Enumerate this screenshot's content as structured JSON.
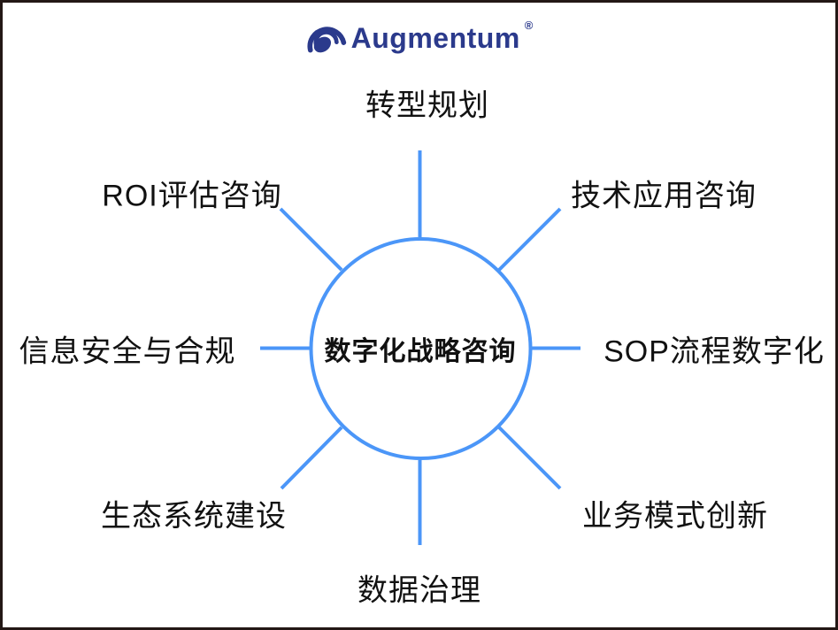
{
  "brand": {
    "name": "Augmentum",
    "registered_mark": "®",
    "logo_icon": "augmentum-swoosh-icon"
  },
  "colors": {
    "accent_blue": "#4b96f8",
    "brand_navy": "#2b3a8c",
    "text_black": "#111111",
    "page_border": "#231815"
  },
  "diagram": {
    "type": "hub-and-spoke",
    "center": {
      "label": "数字化战略咨询"
    },
    "branches": [
      {
        "id": "top",
        "label": "转型规划"
      },
      {
        "id": "top-right",
        "label": "技术应用咨询"
      },
      {
        "id": "right",
        "label": "SOP流程数字化"
      },
      {
        "id": "bottom-right",
        "label": "业务模式创新"
      },
      {
        "id": "bottom",
        "label": "数据治理"
      },
      {
        "id": "bottom-left",
        "label": "生态系统建设"
      },
      {
        "id": "left",
        "label": "信息安全与合规"
      },
      {
        "id": "top-left",
        "label": "ROI评估咨询"
      }
    ]
  }
}
